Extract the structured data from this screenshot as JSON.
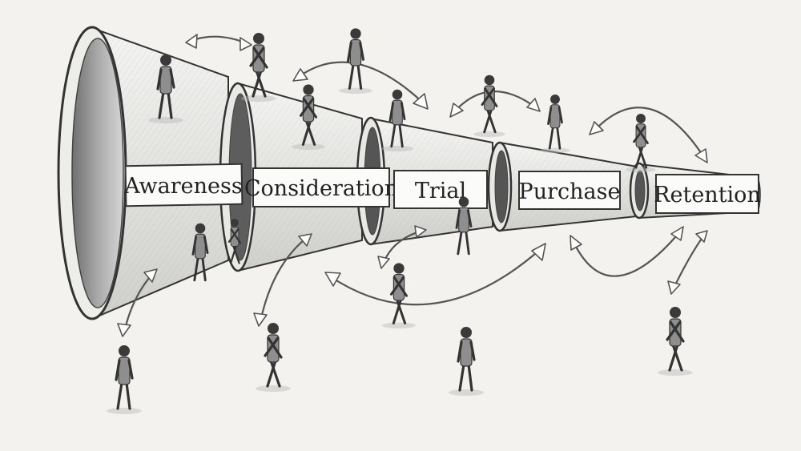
{
  "diagram": {
    "stages": [
      {
        "id": "awareness",
        "label": "Awareness"
      },
      {
        "id": "consideration",
        "label": "Consideration"
      },
      {
        "id": "trial",
        "label": "Trial"
      },
      {
        "id": "purchase",
        "label": "Purchase"
      },
      {
        "id": "retention",
        "label": "Retention"
      }
    ],
    "style": "pencil-sketch",
    "colors": {
      "background": "#f3f2ef",
      "ink": "#333333",
      "shade": "#9a9a9a"
    }
  }
}
